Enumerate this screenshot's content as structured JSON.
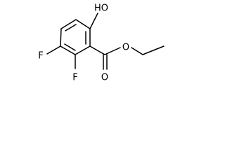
{
  "structure": {
    "atom_labels": {
      "hydroxyl": "HO",
      "fluoro_3": "F",
      "fluoro_2": "F",
      "carbonyl_oxygen": "O",
      "ester_oxygen": "O"
    }
  }
}
